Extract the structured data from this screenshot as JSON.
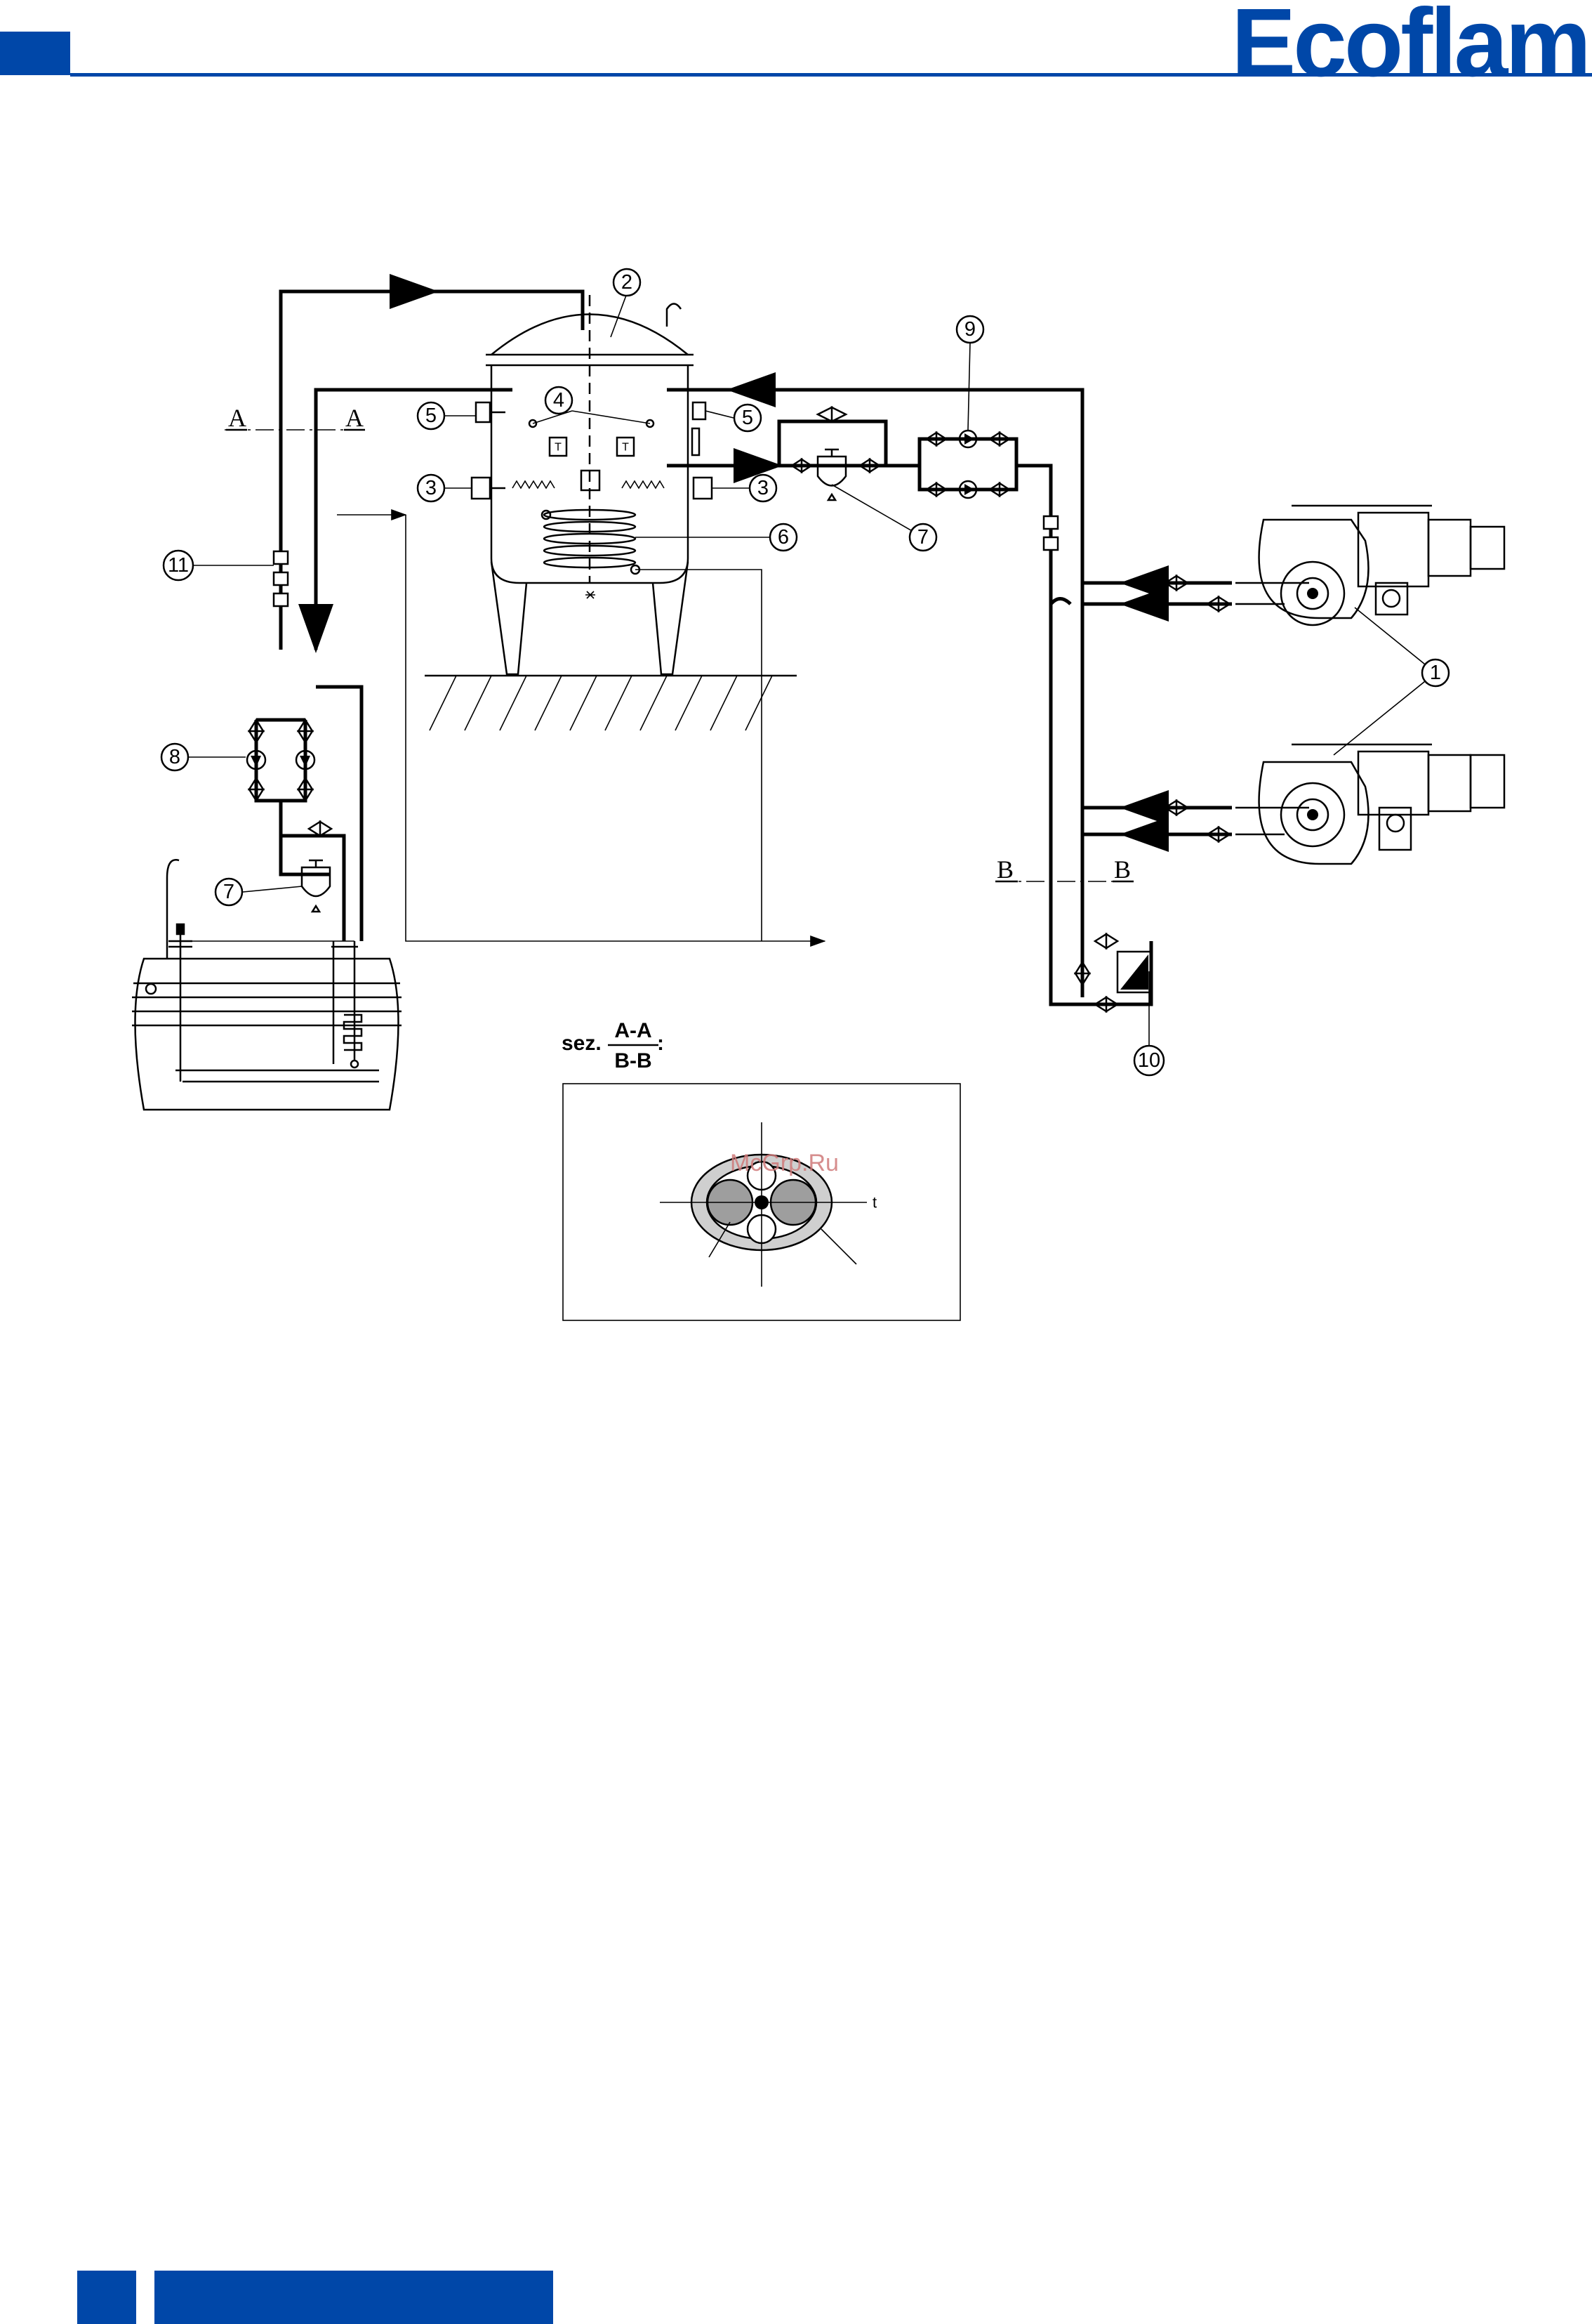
{
  "header": {
    "brand": "Ecoflam",
    "brand_color": "#0047a8"
  },
  "diagram": {
    "callouts": [
      "1",
      "2",
      "3",
      "3",
      "4",
      "5",
      "5",
      "6",
      "7",
      "7",
      "8",
      "9",
      "10",
      "11"
    ],
    "section_marks": {
      "a_left": "A",
      "a_right": "A",
      "b_left": "B",
      "b_right": "B"
    },
    "section_caption": {
      "prefix": "sez.",
      "numerator": "A-A",
      "denominator": "B-B",
      "suffix": ":"
    },
    "detail_label": "t",
    "watermark": "McGrp.Ru",
    "thermostat_mark": "T"
  },
  "footer": {
    "accent_color": "#0047a8"
  }
}
